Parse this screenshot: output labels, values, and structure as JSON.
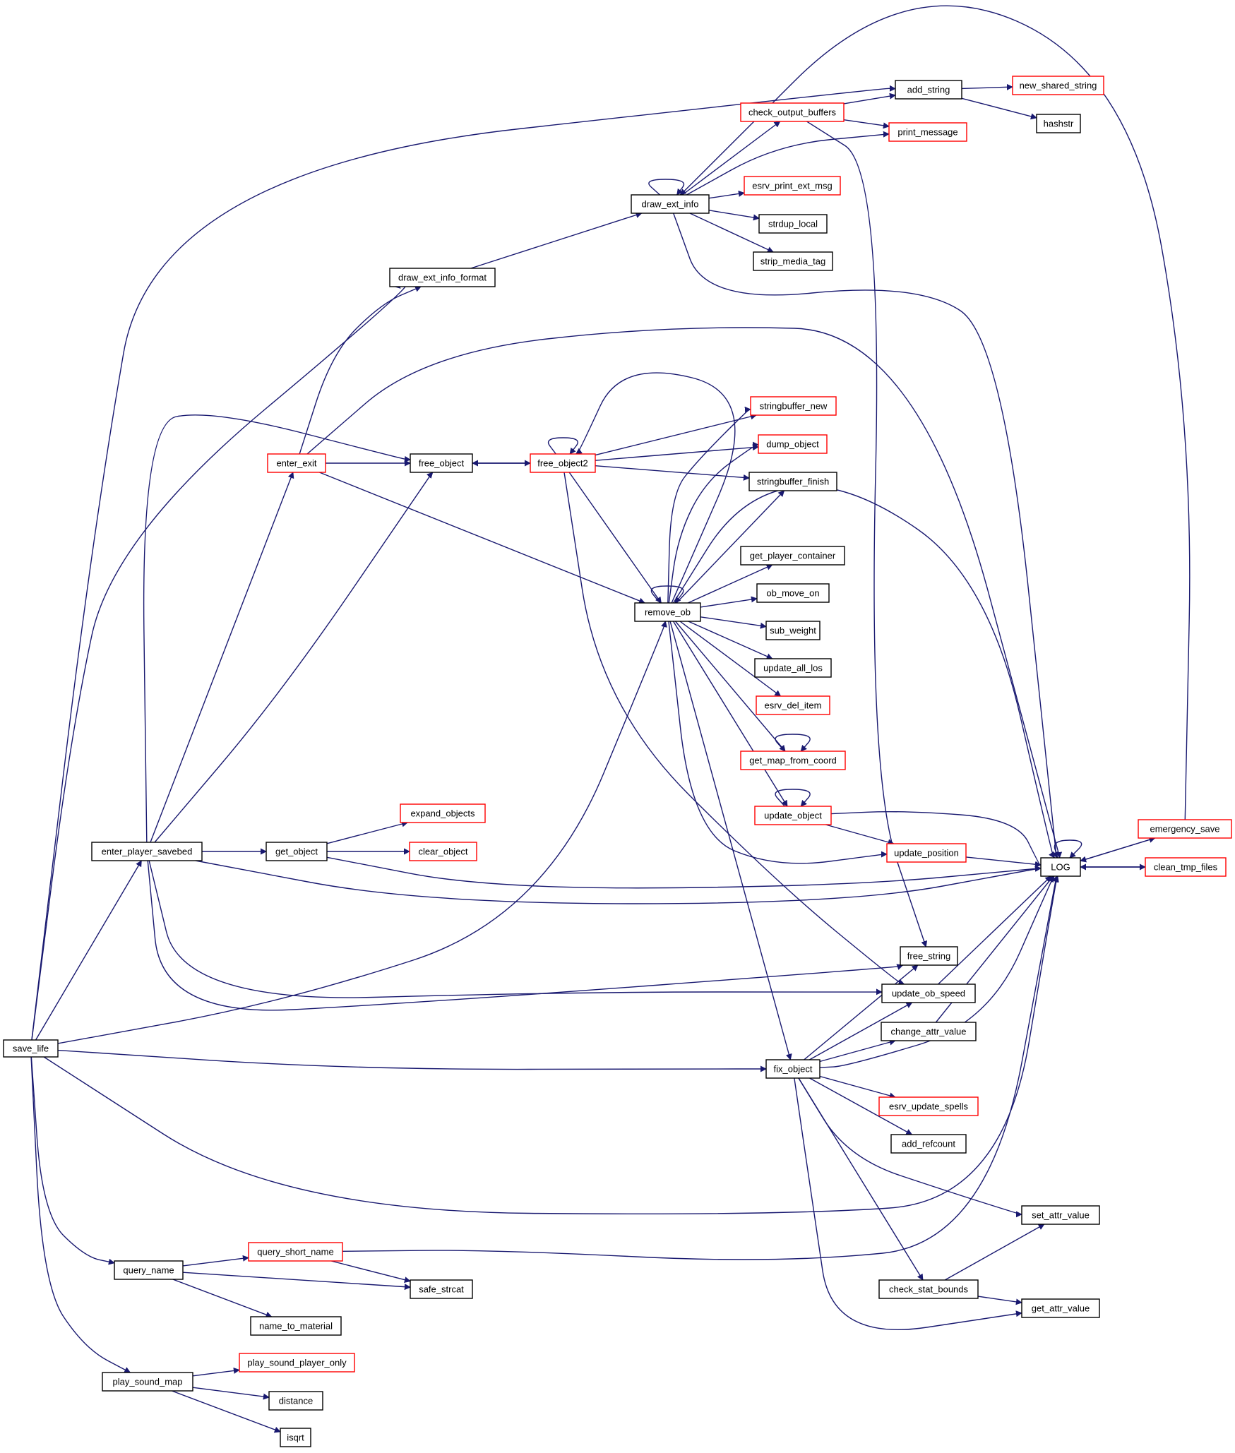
{
  "colors": {
    "edge": "#191970",
    "node_border_normal": "#000000",
    "node_border_truncated": "#ff0000",
    "root_fill": "#bfbfbf",
    "background": "#ffffff"
  },
  "nodes": [
    {
      "id": "save_life",
      "label": "save_life",
      "kind": "root"
    },
    {
      "id": "add_string",
      "label": "add_string",
      "kind": "normal"
    },
    {
      "id": "new_shared_string",
      "label": "new_shared_string",
      "kind": "truncated"
    },
    {
      "id": "check_output_buffers",
      "label": "check_output_buffers",
      "kind": "truncated"
    },
    {
      "id": "hashstr",
      "label": "hashstr",
      "kind": "normal"
    },
    {
      "id": "print_message",
      "label": "print_message",
      "kind": "truncated"
    },
    {
      "id": "draw_ext_info",
      "label": "draw_ext_info",
      "kind": "normal"
    },
    {
      "id": "esrv_print_ext_msg",
      "label": "esrv_print_ext_msg",
      "kind": "truncated"
    },
    {
      "id": "strdup_local",
      "label": "strdup_local",
      "kind": "normal"
    },
    {
      "id": "strip_media_tag",
      "label": "strip_media_tag",
      "kind": "normal"
    },
    {
      "id": "draw_ext_info_format",
      "label": "draw_ext_info_format",
      "kind": "normal"
    },
    {
      "id": "stringbuffer_new",
      "label": "stringbuffer_new",
      "kind": "truncated"
    },
    {
      "id": "enter_exit",
      "label": "enter_exit",
      "kind": "truncated"
    },
    {
      "id": "free_object",
      "label": "free_object",
      "kind": "normal"
    },
    {
      "id": "free_object2",
      "label": "free_object2",
      "kind": "truncated"
    },
    {
      "id": "dump_object",
      "label": "dump_object",
      "kind": "truncated"
    },
    {
      "id": "stringbuffer_finish",
      "label": "stringbuffer_finish",
      "kind": "normal"
    },
    {
      "id": "get_player_container",
      "label": "get_player_container",
      "kind": "normal"
    },
    {
      "id": "ob_move_on",
      "label": "ob_move_on",
      "kind": "normal"
    },
    {
      "id": "remove_ob",
      "label": "remove_ob",
      "kind": "normal"
    },
    {
      "id": "sub_weight",
      "label": "sub_weight",
      "kind": "normal"
    },
    {
      "id": "update_all_los",
      "label": "update_all_los",
      "kind": "normal"
    },
    {
      "id": "esrv_del_item",
      "label": "esrv_del_item",
      "kind": "truncated"
    },
    {
      "id": "get_map_from_coord",
      "label": "get_map_from_coord",
      "kind": "truncated"
    },
    {
      "id": "expand_objects",
      "label": "expand_objects",
      "kind": "truncated"
    },
    {
      "id": "update_object",
      "label": "update_object",
      "kind": "truncated"
    },
    {
      "id": "emergency_save",
      "label": "emergency_save",
      "kind": "truncated"
    },
    {
      "id": "enter_player_savebed",
      "label": "enter_player_savebed",
      "kind": "normal"
    },
    {
      "id": "get_object",
      "label": "get_object",
      "kind": "normal"
    },
    {
      "id": "clear_object",
      "label": "clear_object",
      "kind": "truncated"
    },
    {
      "id": "update_position",
      "label": "update_position",
      "kind": "truncated"
    },
    {
      "id": "LOG",
      "label": "LOG",
      "kind": "normal"
    },
    {
      "id": "clean_tmp_files",
      "label": "clean_tmp_files",
      "kind": "truncated"
    },
    {
      "id": "free_string",
      "label": "free_string",
      "kind": "normal"
    },
    {
      "id": "update_ob_speed",
      "label": "update_ob_speed",
      "kind": "normal"
    },
    {
      "id": "change_attr_value",
      "label": "change_attr_value",
      "kind": "normal"
    },
    {
      "id": "fix_object",
      "label": "fix_object",
      "kind": "normal"
    },
    {
      "id": "esrv_update_spells",
      "label": "esrv_update_spells",
      "kind": "truncated"
    },
    {
      "id": "add_refcount",
      "label": "add_refcount",
      "kind": "normal"
    },
    {
      "id": "set_attr_value",
      "label": "set_attr_value",
      "kind": "normal"
    },
    {
      "id": "query_short_name",
      "label": "query_short_name",
      "kind": "truncated"
    },
    {
      "id": "query_name",
      "label": "query_name",
      "kind": "normal"
    },
    {
      "id": "safe_strcat",
      "label": "safe_strcat",
      "kind": "normal"
    },
    {
      "id": "check_stat_bounds",
      "label": "check_stat_bounds",
      "kind": "normal"
    },
    {
      "id": "get_attr_value",
      "label": "get_attr_value",
      "kind": "normal"
    },
    {
      "id": "name_to_material",
      "label": "name_to_material",
      "kind": "normal"
    },
    {
      "id": "play_sound_player_only",
      "label": "play_sound_player_only",
      "kind": "truncated"
    },
    {
      "id": "play_sound_map",
      "label": "play_sound_map",
      "kind": "normal"
    },
    {
      "id": "distance",
      "label": "distance",
      "kind": "normal"
    },
    {
      "id": "isqrt",
      "label": "isqrt",
      "kind": "normal"
    }
  ]
}
